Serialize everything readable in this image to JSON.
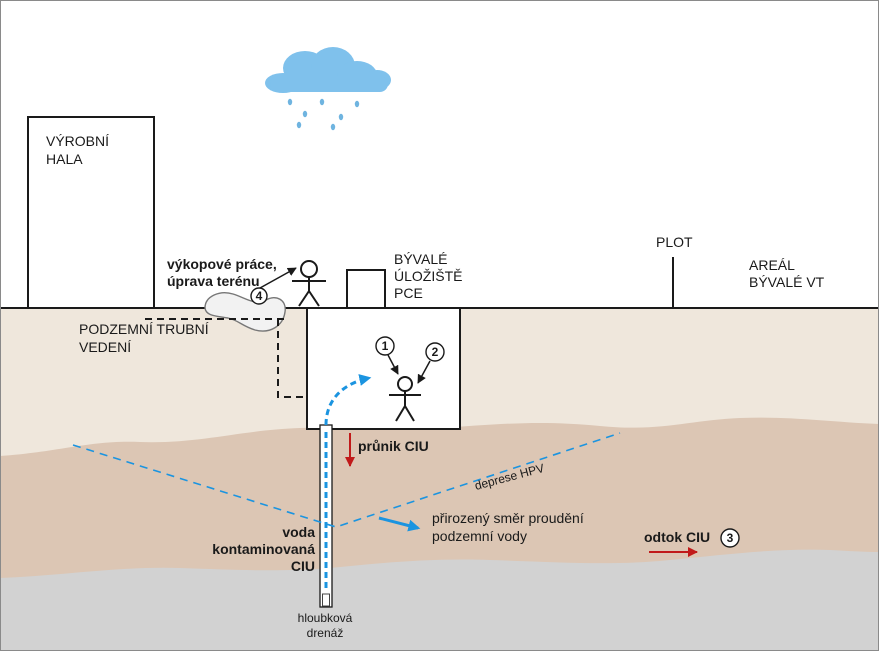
{
  "labels": {
    "vyrobni_hala": [
      "VÝROBNÍ",
      "HALA"
    ],
    "vykopove_prace": [
      "výkopové práce,",
      "úprava terénu"
    ],
    "byvale_uloziste": [
      "BÝVALÉ",
      "ÚLOŽIŠTĚ",
      "PCE"
    ],
    "plot": "PLOT",
    "areal": [
      "AREÁL",
      "BÝVALÉ VT"
    ],
    "podzemni_trubni": [
      "PODZEMNÍ TRUBNÍ",
      "VEDENÍ"
    ],
    "prunik": "průnik CIU",
    "deprese": "deprese HPV",
    "prirozeny_smer": [
      "přirozený směr proudění",
      "podzemní vody"
    ],
    "odtok": "odtok CIU",
    "voda_kontaminovana": [
      "voda",
      "kontaminovaná",
      "CIU"
    ],
    "hloubkova_drenaz": [
      "hloubková",
      "drenáž"
    ]
  },
  "markers": [
    "1",
    "2",
    "3",
    "4"
  ],
  "colors": {
    "sky": "#ffffff",
    "topsoil": "#efe7dc",
    "aquifer": "#dcc6b4",
    "bedrock": "#d2d2d2",
    "cloud": "#7fc1ec",
    "rain": "#6fb4e0",
    "water_arrow": "#1b94e0",
    "red_arrow": "#c11a1a",
    "outline": "#1a1a1a"
  },
  "icons": [
    "cloud-icon",
    "person-icon",
    "rain-drop-icon"
  ]
}
